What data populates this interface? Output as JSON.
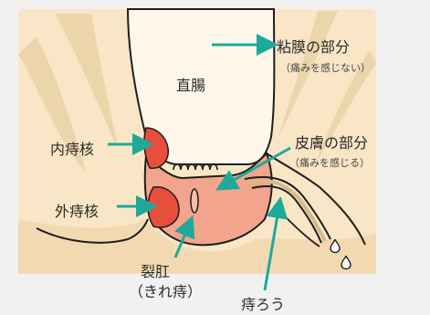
{
  "diagram": {
    "labels": {
      "rectum": "直腸",
      "mucosa": "粘膜の部分",
      "mucosa_note": "（痛みを感じない）",
      "skin": "皮膚の部分",
      "skin_note": "（痛みを感じる）",
      "internal_hemorrhoid": "内痔核",
      "external_hemorrhoid": "外痔核",
      "anal_fissure": "裂肛",
      "anal_fissure_note": "（きれ痔）",
      "anal_fistula": "痔ろう"
    },
    "colors": {
      "background": "#f1f1f1",
      "tissue": "#f8e6c6",
      "tissue_shadow": "#e8cfa2",
      "rectum_fill": "#fff8ea",
      "outline": "#1e1e1e",
      "anal_canal": "#f2a58c",
      "hemorrhoid": "#e84f3a",
      "arrow": "#1fa99b"
    }
  }
}
